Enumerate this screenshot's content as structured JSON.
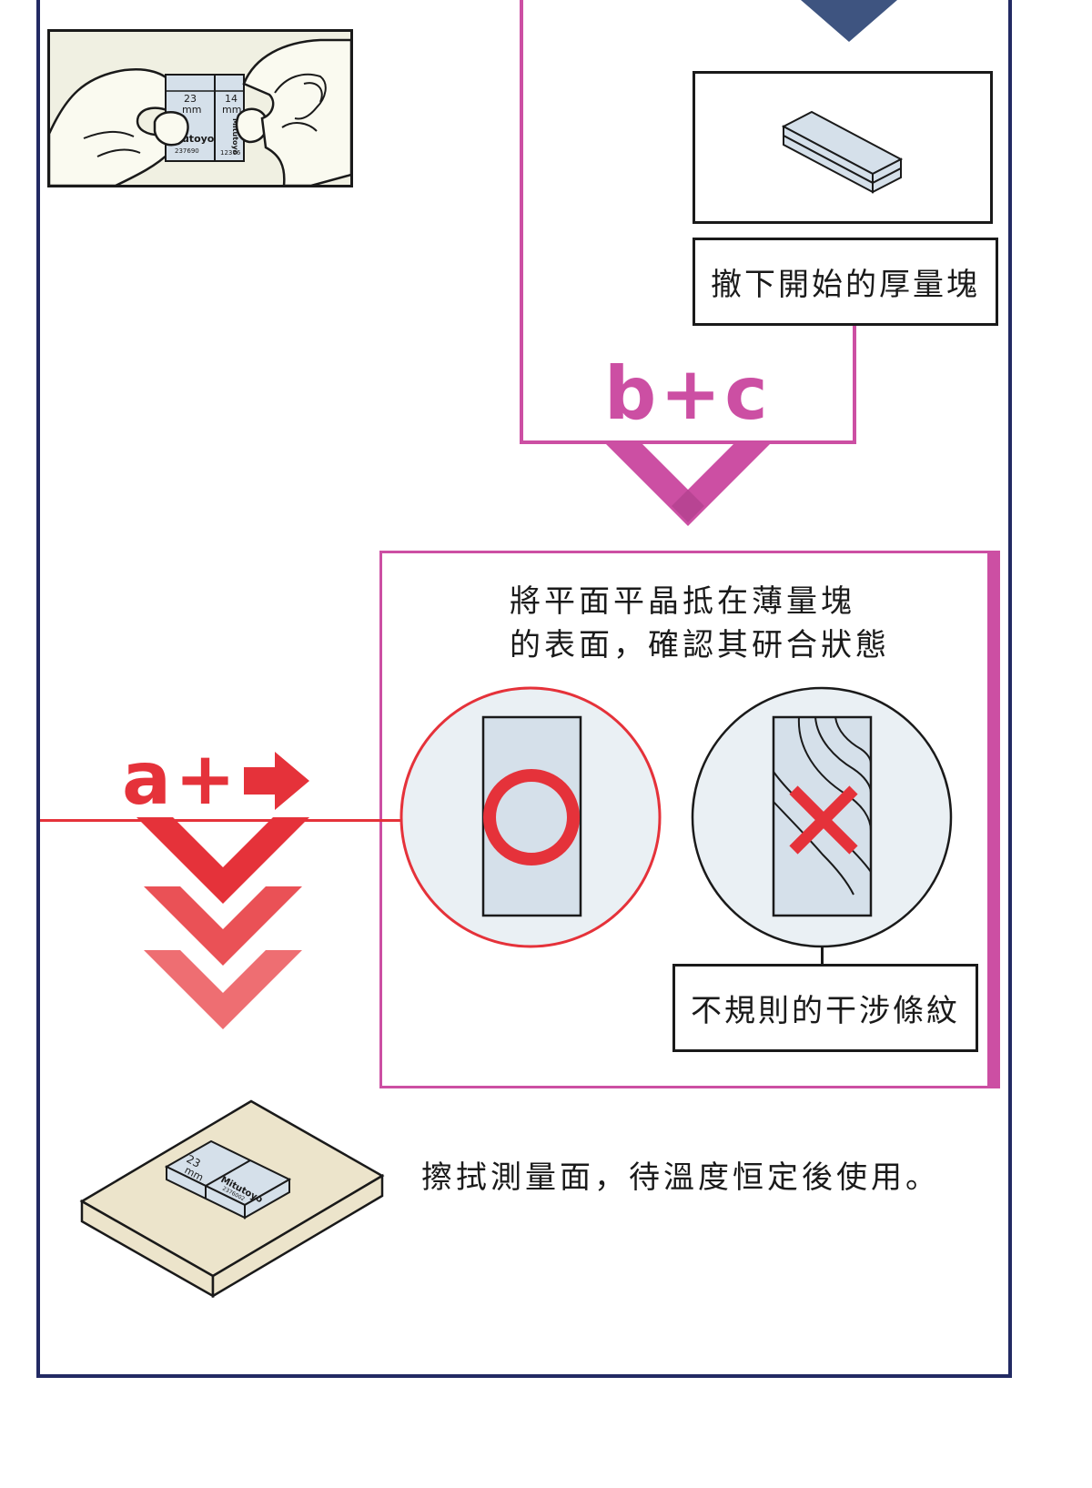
{
  "remove_thick_block_label": "撤下開始的厚量塊",
  "bc_label": "b+c",
  "a_plus_label": "a+",
  "instruction_line1": "將平面平晶抵在薄量塊",
  "instruction_line2": "的表面，確認其研合狀態",
  "irregular_fringes_label": "不規則的干涉條紋",
  "wipe_instruction": "擦拭測量面，待溫度恒定後使用。",
  "hand_block_left_size": "23",
  "hand_block_left_unit": "mm",
  "hand_block_left_brand": "Mitutoyo",
  "hand_block_left_serial": "237690",
  "hand_block_right_size": "14",
  "hand_block_right_unit": "mm",
  "hand_block_right_brand": "Mitutoyo",
  "hand_block_right_serial": "12376",
  "table_block_size": "23",
  "table_block_unit": "mm",
  "table_block_brand": "Mitutoyo",
  "table_block_serial": "2376002",
  "colors": {
    "navy": "#222a63",
    "magenta": "#cc4fa3",
    "red": "#e5323a",
    "block_fill": "#d5e0ea"
  }
}
